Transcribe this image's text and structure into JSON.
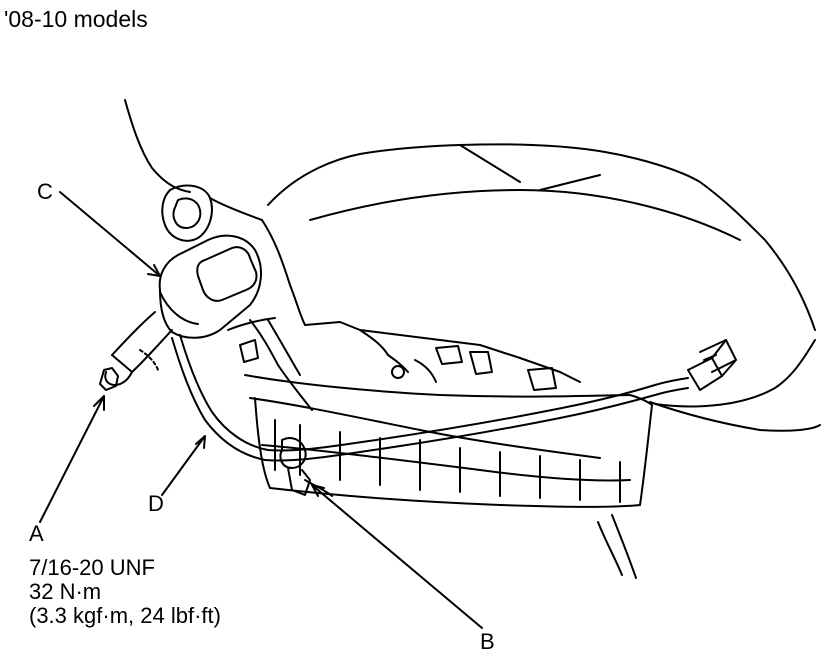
{
  "title": "'08-10 models",
  "callouts": {
    "a": "A",
    "b": "B",
    "c": "C",
    "d": "D"
  },
  "spec": {
    "thread": "7/16-20 UNF",
    "torque_nm": "32 N·m",
    "torque_alt": "(3.3 kgf·m, 24 lbf·ft)"
  }
}
